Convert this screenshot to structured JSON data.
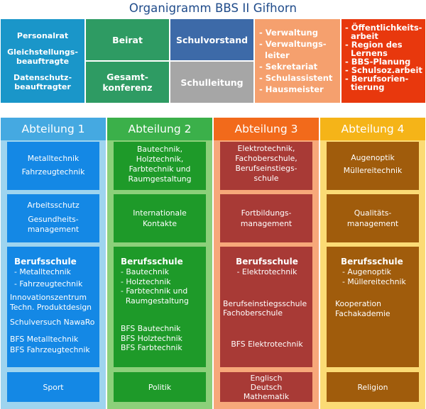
{
  "title": "Organigramm BBS II Gifhorn",
  "top": {
    "left_lines": [
      "Personalrat",
      "Gleichstellungs-",
      "beauftragte",
      "Datenschutz-",
      "beauftragter"
    ],
    "beirat": "Beirat",
    "gesamtkonferenz": [
      "Gesamt-",
      "konferenz"
    ],
    "schulvorstand": "Schulvorstand",
    "schulleitung": "Schulleitung",
    "verwaltung": [
      "- Verwaltung",
      "- Verwaltungs-",
      "  leiter",
      "- Sekretariat",
      "- Schulassistent",
      "- Hausmeister"
    ],
    "oeffentlichkeit": [
      "- Öffentlichkeits-",
      "  arbeit",
      "- Region des",
      "  Lernens",
      "- BBS-Planung",
      "- Schulsoz.arbeit",
      "- Berufsorien-",
      "  tierung"
    ]
  },
  "columns": [
    {
      "header": "Abteilung 1",
      "r1": [
        "Metalltechnik",
        "Fahrzeugtechnik"
      ],
      "r2": [
        "Arbeitsschutz",
        "Gesundheits-",
        "management"
      ],
      "r3_title": "Berufsschule",
      "r3_subs": [
        "- Metalltechnik",
        "- Fahrzeugtechnik"
      ],
      "r3_extra": [
        "Innovationszentrum",
        "Techn. Produktdesign",
        "Schulversuch NawaRo",
        "BFS Metalltechnik",
        "BFS Fahrzeugtechnik"
      ],
      "r4": [
        "Sport"
      ]
    },
    {
      "header": "Abteilung 2",
      "r1": [
        "Bautechnik,",
        "Holztechnik,",
        "Farbtechnik und",
        "Raumgestaltung"
      ],
      "r2": [
        "Internationale",
        "Kontakte"
      ],
      "r3_title": "Berufsschule",
      "r3_subs": [
        "- Bautechnik",
        "- Holztechnik",
        "- Farbtechnik und",
        "  Raumgestaltung"
      ],
      "r3_extra": [
        "BFS Bautechnik",
        "BFS Holztechnik",
        "BFS Farbtechnik"
      ],
      "r4": [
        "Politik"
      ]
    },
    {
      "header": "Abteilung 3",
      "r1": [
        "Elektrotechnik,",
        "Fachoberschule,",
        "Berufseinstiegs-",
        "schule"
      ],
      "r2": [
        "Fortbildungs-",
        "management"
      ],
      "r3_title": "Berufsschule",
      "r3_subs": [
        "- Elektrotechnik"
      ],
      "r3_extra": [
        "Berufseinstiegsschule",
        "Fachoberschule",
        "BFS Elektrotechnik"
      ],
      "r4": [
        "Englisch",
        "Deutsch",
        "Mathematik"
      ]
    },
    {
      "header": "Abteilung 4",
      "r1": [
        "Augenoptik",
        "Müllereitechnik"
      ],
      "r2": [
        "Qualitäts-",
        "management"
      ],
      "r3_title": "Berufsschule",
      "r3_subs": [
        "- Augenoptik",
        "- Müllereitechnik"
      ],
      "r3_extra": [
        "Kooperation",
        "Fachakademie"
      ],
      "r4": [
        "Religion"
      ]
    }
  ]
}
